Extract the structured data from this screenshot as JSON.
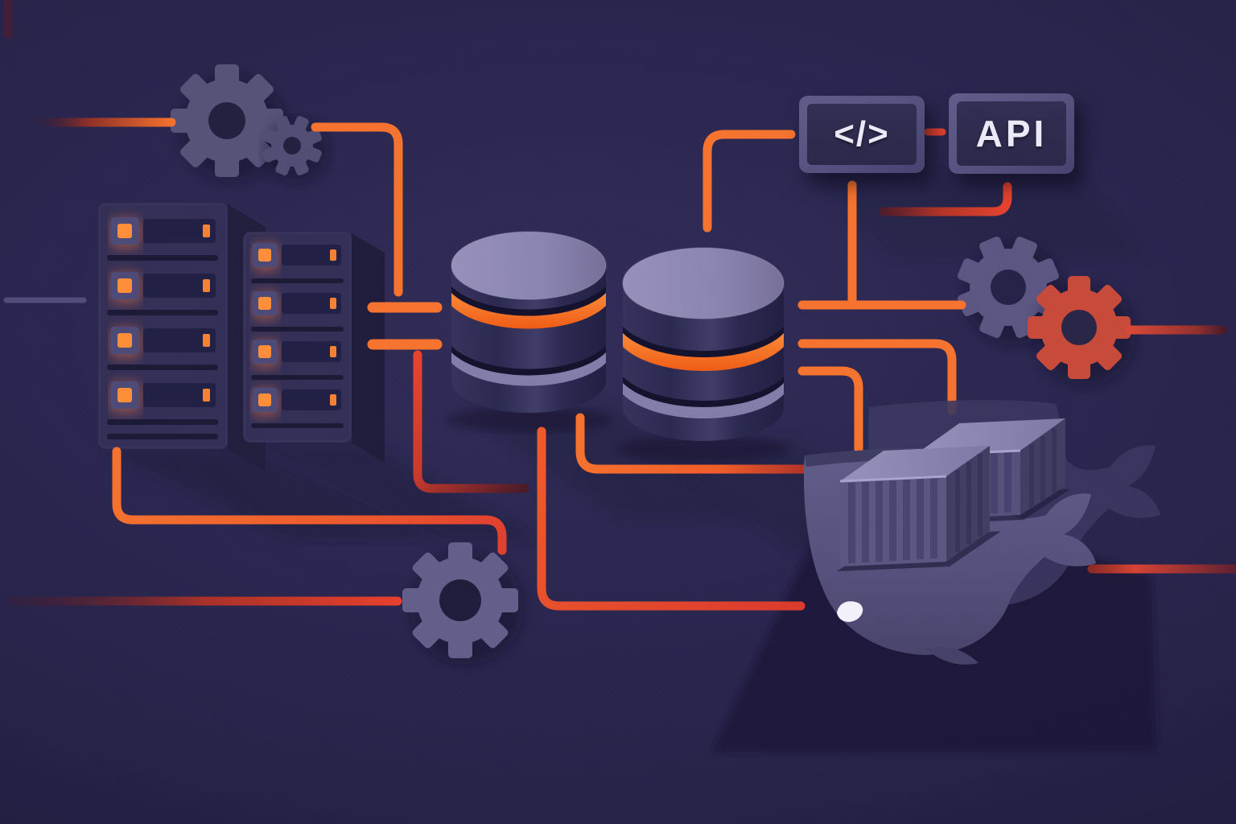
{
  "scene_type": "devops-infrastructure-illustration",
  "badges": {
    "code": {
      "label": "</>"
    },
    "api": {
      "label": "API"
    }
  },
  "elements": [
    {
      "id": "server-rack-left",
      "type": "server-rack",
      "units": 4,
      "leds_lit": 4
    },
    {
      "id": "server-rack-right",
      "type": "server-rack",
      "units": 4,
      "leds_lit": 4
    },
    {
      "id": "database-left",
      "type": "database-cylinder",
      "bands": [
        "orange",
        "purple"
      ]
    },
    {
      "id": "database-right",
      "type": "database-cylinder",
      "bands": [
        "orange",
        "purple"
      ]
    },
    {
      "id": "code-badge",
      "type": "badge",
      "label": "</>"
    },
    {
      "id": "api-badge",
      "type": "badge",
      "label": "API"
    },
    {
      "id": "gear-top-left-large",
      "type": "gear",
      "color": "purple"
    },
    {
      "id": "gear-top-left-small",
      "type": "gear",
      "color": "purple"
    },
    {
      "id": "gear-right-purple",
      "type": "gear",
      "color": "purple"
    },
    {
      "id": "gear-right-red",
      "type": "gear",
      "color": "red"
    },
    {
      "id": "gear-bottom-center",
      "type": "gear",
      "color": "purple"
    },
    {
      "id": "docker-whale",
      "type": "docker-whale",
      "containers": 2
    }
  ],
  "palette": {
    "background": "#262248",
    "background_dark": "#171430",
    "line_orange": "#f5732e",
    "line_red": "#e04130",
    "line_dark_red": "#5e2030",
    "led_orange": "#ff8e3a",
    "gear_purple": "#5b5682",
    "gear_red": "#c74a3a",
    "db_top_purple": "#8d89b2",
    "db_band_orange": "#f2691f",
    "db_band_purple": "#827da9",
    "panel_purple": "#55517e",
    "panel_inner": "#2d2a4c",
    "whale_purple": "#5d5984",
    "container_top": "#8f8bb4",
    "text_light": "#ebe9f6"
  }
}
